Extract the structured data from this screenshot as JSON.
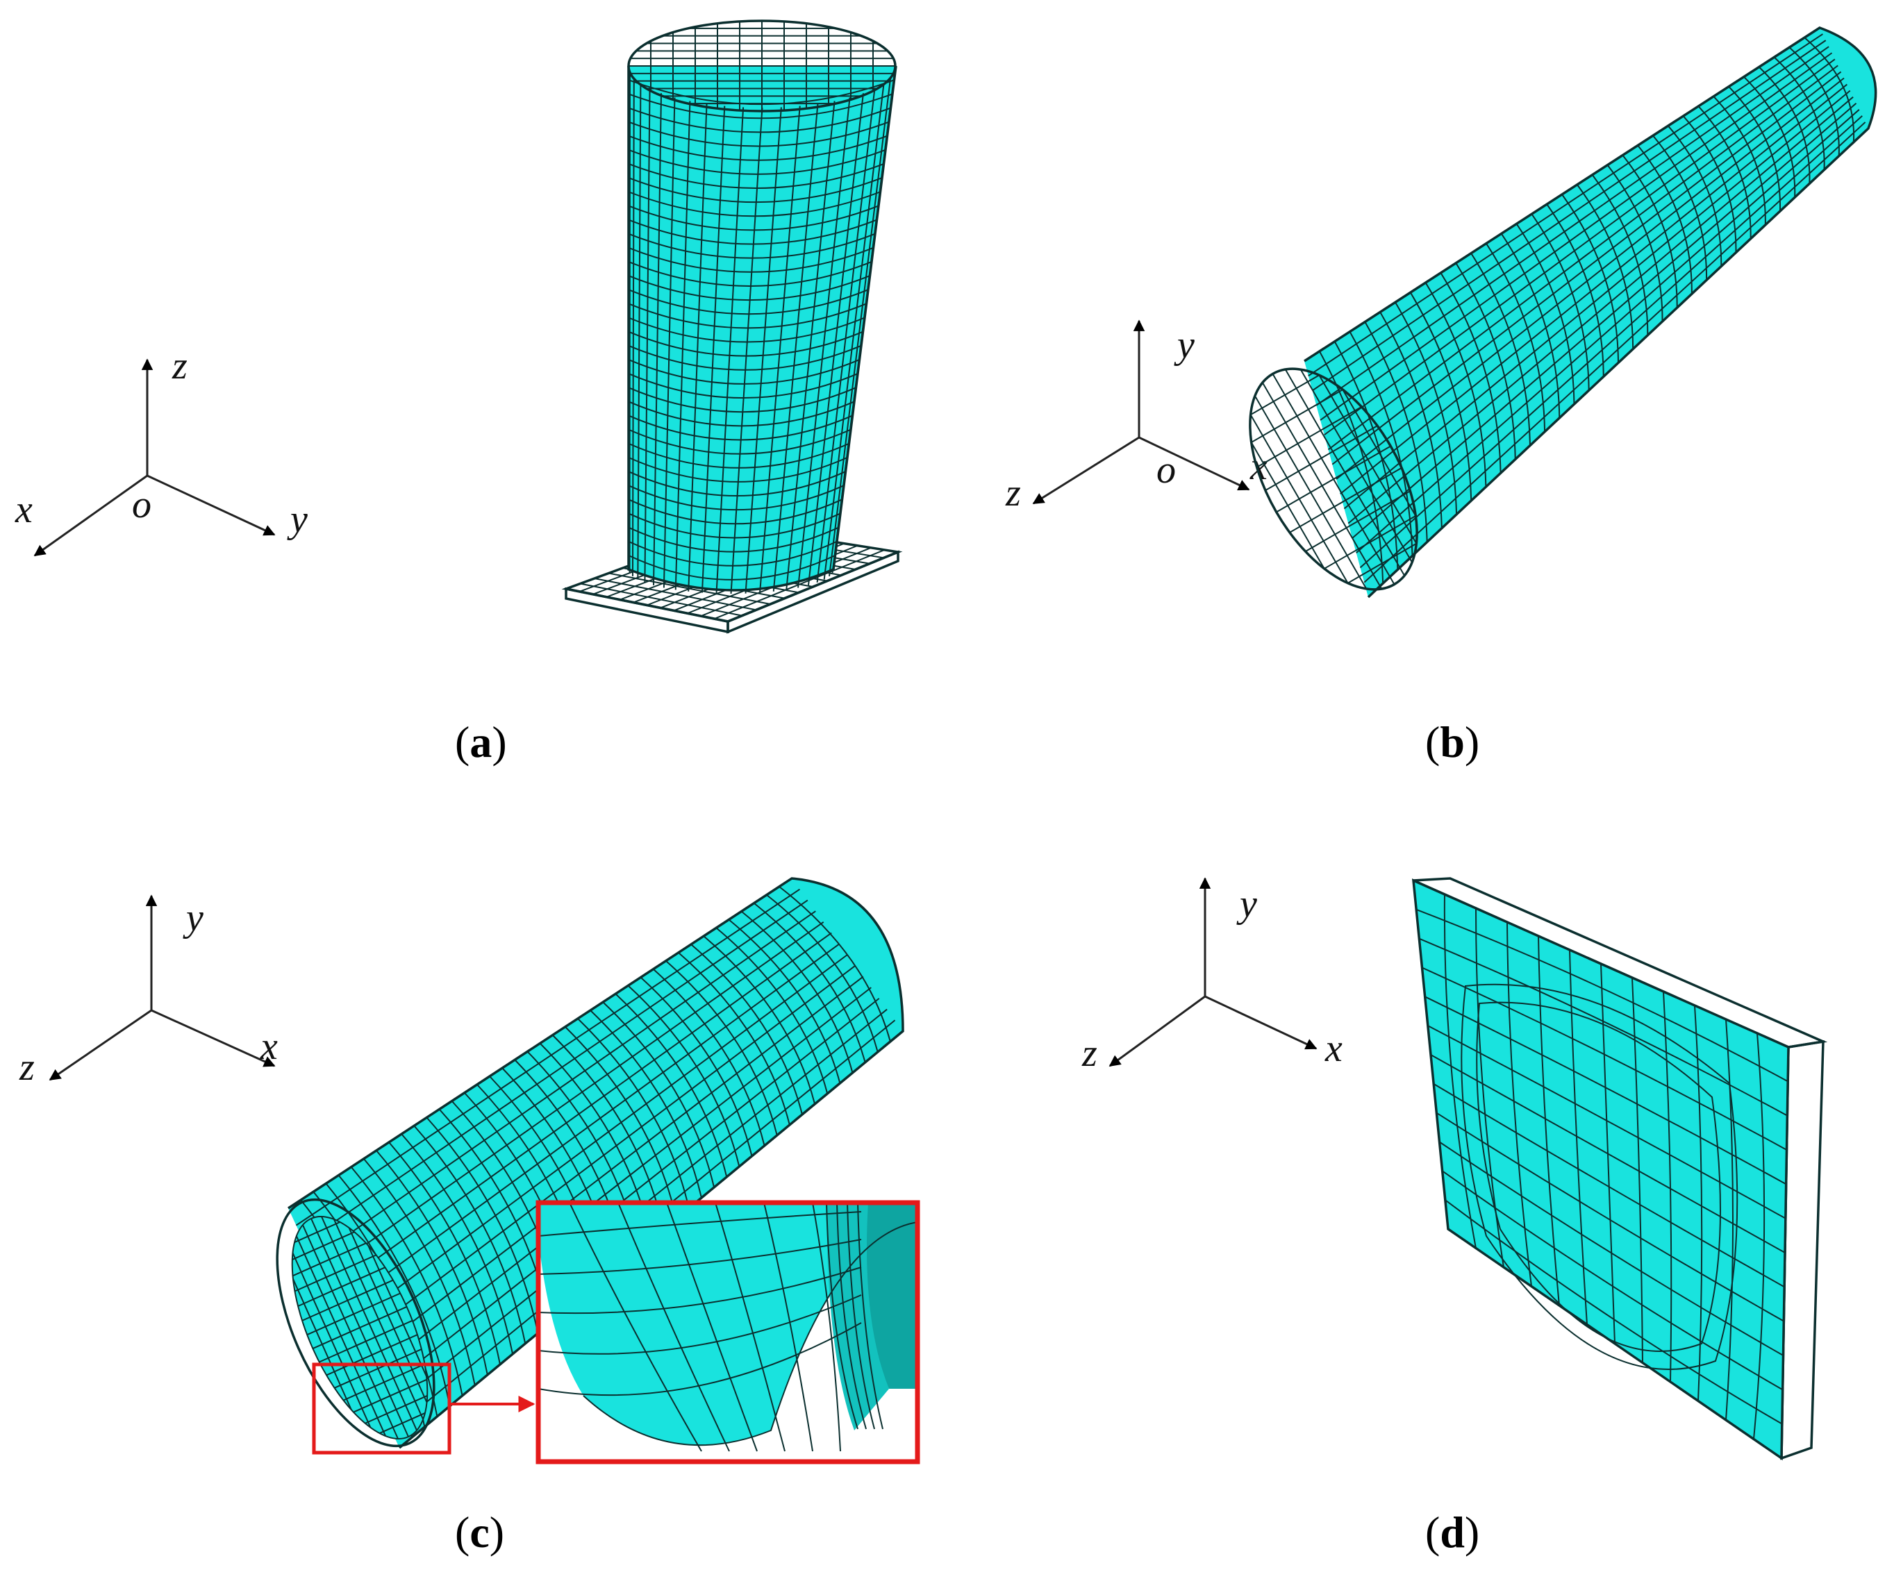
{
  "panels": [
    {
      "id": "a",
      "caption_open": "(",
      "caption_letter": "a",
      "caption_close": ")",
      "axes": {
        "up": "z",
        "left": "x",
        "right": "y",
        "origin": "o"
      }
    },
    {
      "id": "b",
      "caption_open": "(",
      "caption_letter": "b",
      "caption_close": ")",
      "axes": {
        "up": "y",
        "left": "z",
        "right": "x",
        "origin": "o"
      }
    },
    {
      "id": "c",
      "caption_open": "(",
      "caption_letter": "c",
      "caption_close": ")",
      "axes": {
        "up": "y",
        "left": "z",
        "right": "x"
      }
    },
    {
      "id": "d",
      "caption_open": "(",
      "caption_letter": "d",
      "caption_close": ")",
      "axes": {
        "up": "y",
        "left": "z",
        "right": "x"
      }
    }
  ],
  "colors": {
    "mesh_fill": "#19e3de",
    "mesh_fill_dark": "#10b5b1",
    "mesh_fill_side": "#16c9c4",
    "mesh_line": "#0b2f2f",
    "highlight": "#e41a1a"
  }
}
